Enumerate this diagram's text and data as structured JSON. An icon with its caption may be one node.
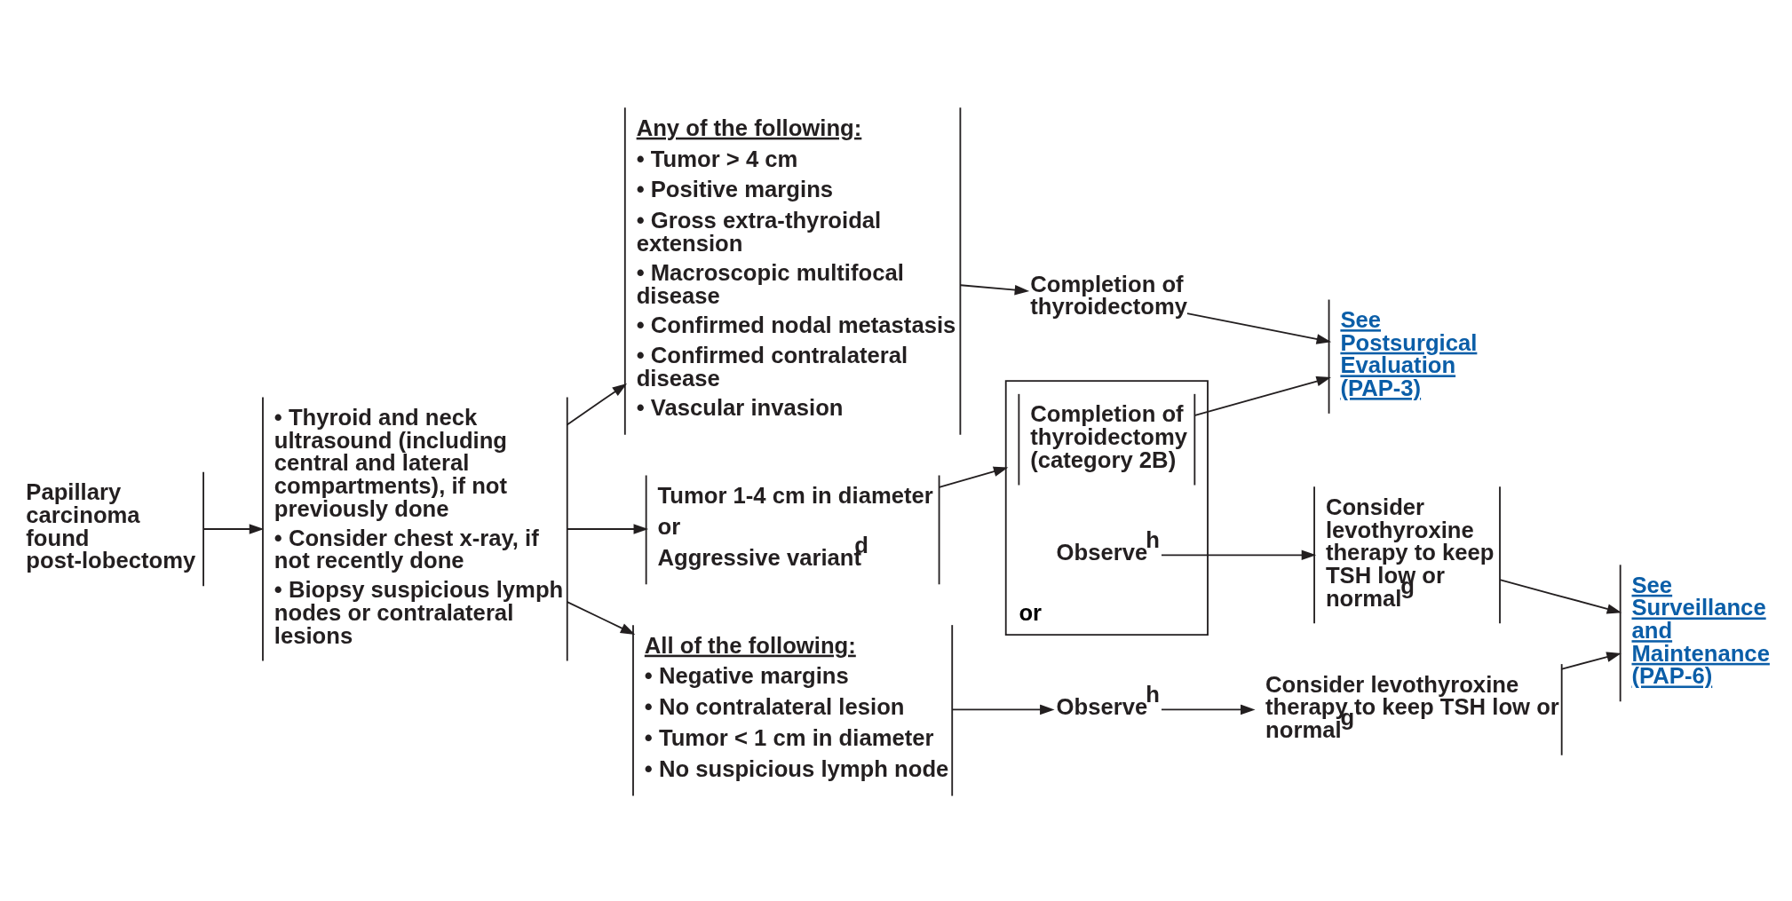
{
  "diagram": {
    "nodes": [
      {
        "text": [
          "Papillary carcinoma found post-lobectomy"
        ]
      },
      {
        "text": [
          "• Thyroid and neck ultrasound (including central and lateral compartments), if not previously done",
          "• Consider chest x-ray, if not recently done",
          "• Biopsy suspicious lymph nodes or contralateral lesions"
        ]
      },
      {
        "text": [
          "Any of the following:",
          "• Tumor > 4 cm",
          "• Positive margins",
          "• Gross extra-thyroidal extension",
          "• Macroscopic multifocal disease",
          "• Confirmed nodal metastasis",
          "• Confirmed contralateral disease",
          "• Vascular invasion"
        ]
      },
      {
        "text": [
          "Tumor 1-4 cm in diameter",
          "or",
          "Aggressive variant$^{d}$"
        ]
      },
      {
        "text": [
          "All of the following:",
          "• Negative margins",
          "• No contralateral lesion",
          "• Tumor < 1 cm in diameter",
          "• No suspicious lymph node"
        ]
      },
      {
        "text": [
          "Completion of thyroidectomy"
        ]
      },
      {
        "text": [
          "or"
        ]
      },
      {
        "text": [
          "Completion of thyroidectomy (category 2B)"
        ],
        "in": 6
      },
      {
        "text": [
          "Observe$^{h}$"
        ],
        "in": 6
      },
      {
        "text": [
          "Consider levothyroxine therapy to keep TSH low or normal$^{g}$"
        ]
      },
      {
        "text": [
          "Observe$^{h}$"
        ]
      },
      {
        "text": [
          "Consider levothyroxine therapy to keep TSH low or normal$^{g}$"
        ]
      },
      {
        "text": [
          "See Postsurgical Evaluation (PAP-3)"
        ]
      },
      {
        "text": [
          "See Surveillance and Maintenance (PAP-6)"
        ]
      }
    ],
    "edges": [
      {
        "from": 0,
        "to": 1,
        "arrow": "to"
      },
      {
        "from": 1,
        "to": 2,
        "arrow": "to"
      },
      {
        "from": 1,
        "to": 3,
        "arrow": "to"
      },
      {
        "from": 1,
        "to": 4,
        "arrow": "to"
      },
      {
        "from": 2,
        "to": 5,
        "arrow": "to"
      },
      {
        "from": 5,
        "to": 12,
        "arrow": "to"
      },
      {
        "from": 3,
        "to": 6,
        "arrow": "to"
      },
      {
        "from": 7,
        "to": 12,
        "arrow": "to"
      },
      {
        "from": 8,
        "to": 9,
        "arrow": "to"
      },
      {
        "from": 9,
        "to": 13,
        "arrow": "to"
      },
      {
        "from": 4,
        "to": 10,
        "arrow": "to"
      },
      {
        "from": 10,
        "to": 11,
        "arrow": "to"
      },
      {
        "from": 11,
        "to": 13,
        "arrow": "to"
      }
    ]
  }
}
